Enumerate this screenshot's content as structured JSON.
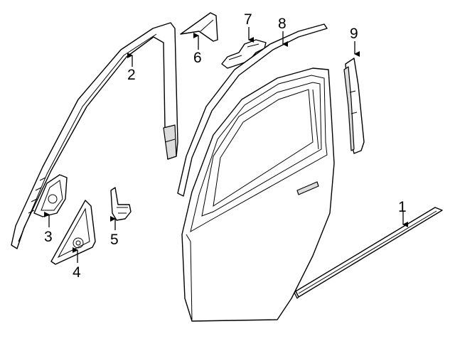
{
  "callouts": [
    {
      "id": "1",
      "label": "1"
    },
    {
      "id": "2",
      "label": "2"
    },
    {
      "id": "3",
      "label": "3"
    },
    {
      "id": "4",
      "label": "4"
    },
    {
      "id": "5",
      "label": "5"
    },
    {
      "id": "6",
      "label": "6"
    },
    {
      "id": "7",
      "label": "7"
    },
    {
      "id": "8",
      "label": "8"
    },
    {
      "id": "9",
      "label": "9"
    }
  ],
  "colors": {
    "line": "#000000",
    "background": "#ffffff",
    "shade": "#dcdcdc"
  }
}
